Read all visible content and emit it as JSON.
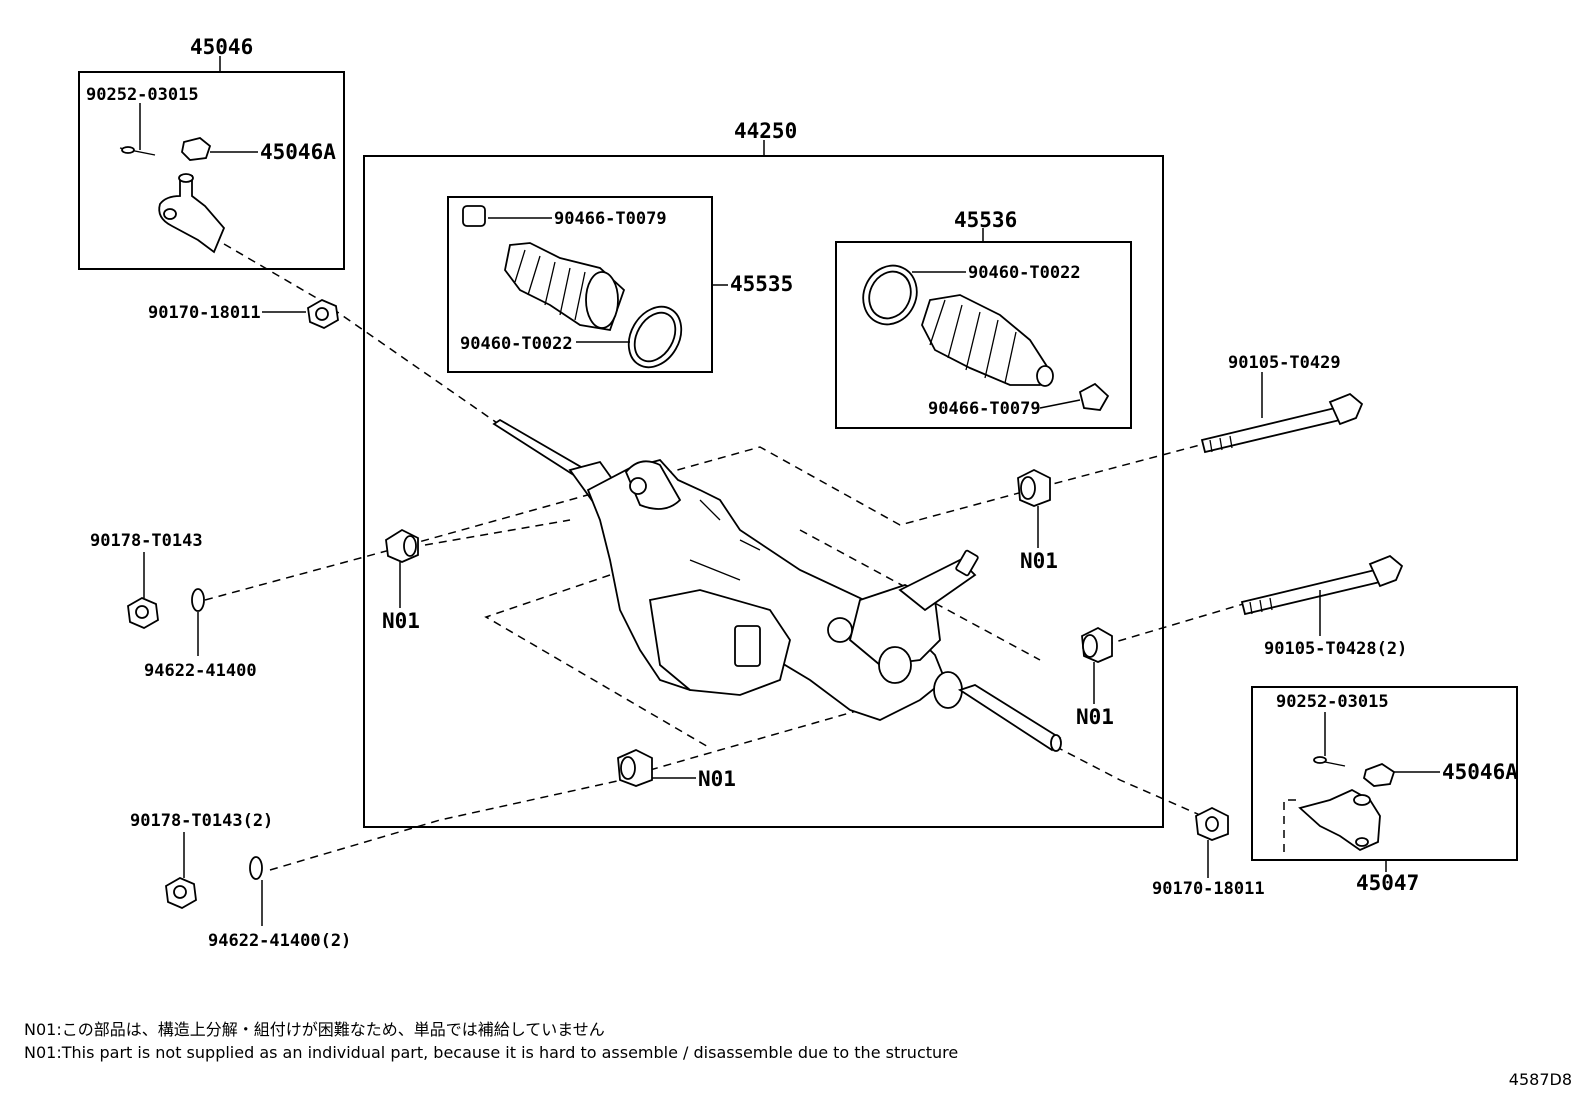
{
  "labels": {
    "tie_rod_end_lh_assy": "45046",
    "cotter_pin_lh": "90252-03015",
    "nut_lh": "45046A",
    "lock_nut_lh": "90170-18011",
    "steering_gear_assy": "44250",
    "clip_upper": "90466-T0079",
    "clamp_upper": "90460-T0022",
    "boot_lh_set": "45535",
    "boot_rh_set": "45536",
    "clamp_rh": "90460-T0022",
    "clip_rh": "90466-T0079",
    "bolt_1": "90105-T0429",
    "bolt_2": "90105-T0428(2)",
    "cotter_pin_rh": "90252-03015",
    "nut_rh": "45046A",
    "tie_rod_end_rh_assy": "45047",
    "lock_nut_rh": "90170-18011",
    "flange_nut_1": "90178-T0143",
    "washer_1": "94622-41400",
    "flange_nut_2": "90178-T0143(2)",
    "washer_2": "94622-41400(2)",
    "bushing_n01_left": "N01",
    "bushing_n01_bottom": "N01",
    "bushing_n01_upper_right": "N01",
    "bushing_n01_lower_right": "N01"
  },
  "notes": {
    "japanese": "N01:この部品は、構造上分解・組付けが困難なため、単品では補給していません",
    "english": "N01:This part is not supplied as an individual part, because it is hard to assemble / disassemble due to the structure"
  },
  "diagram_code": "4587D8"
}
